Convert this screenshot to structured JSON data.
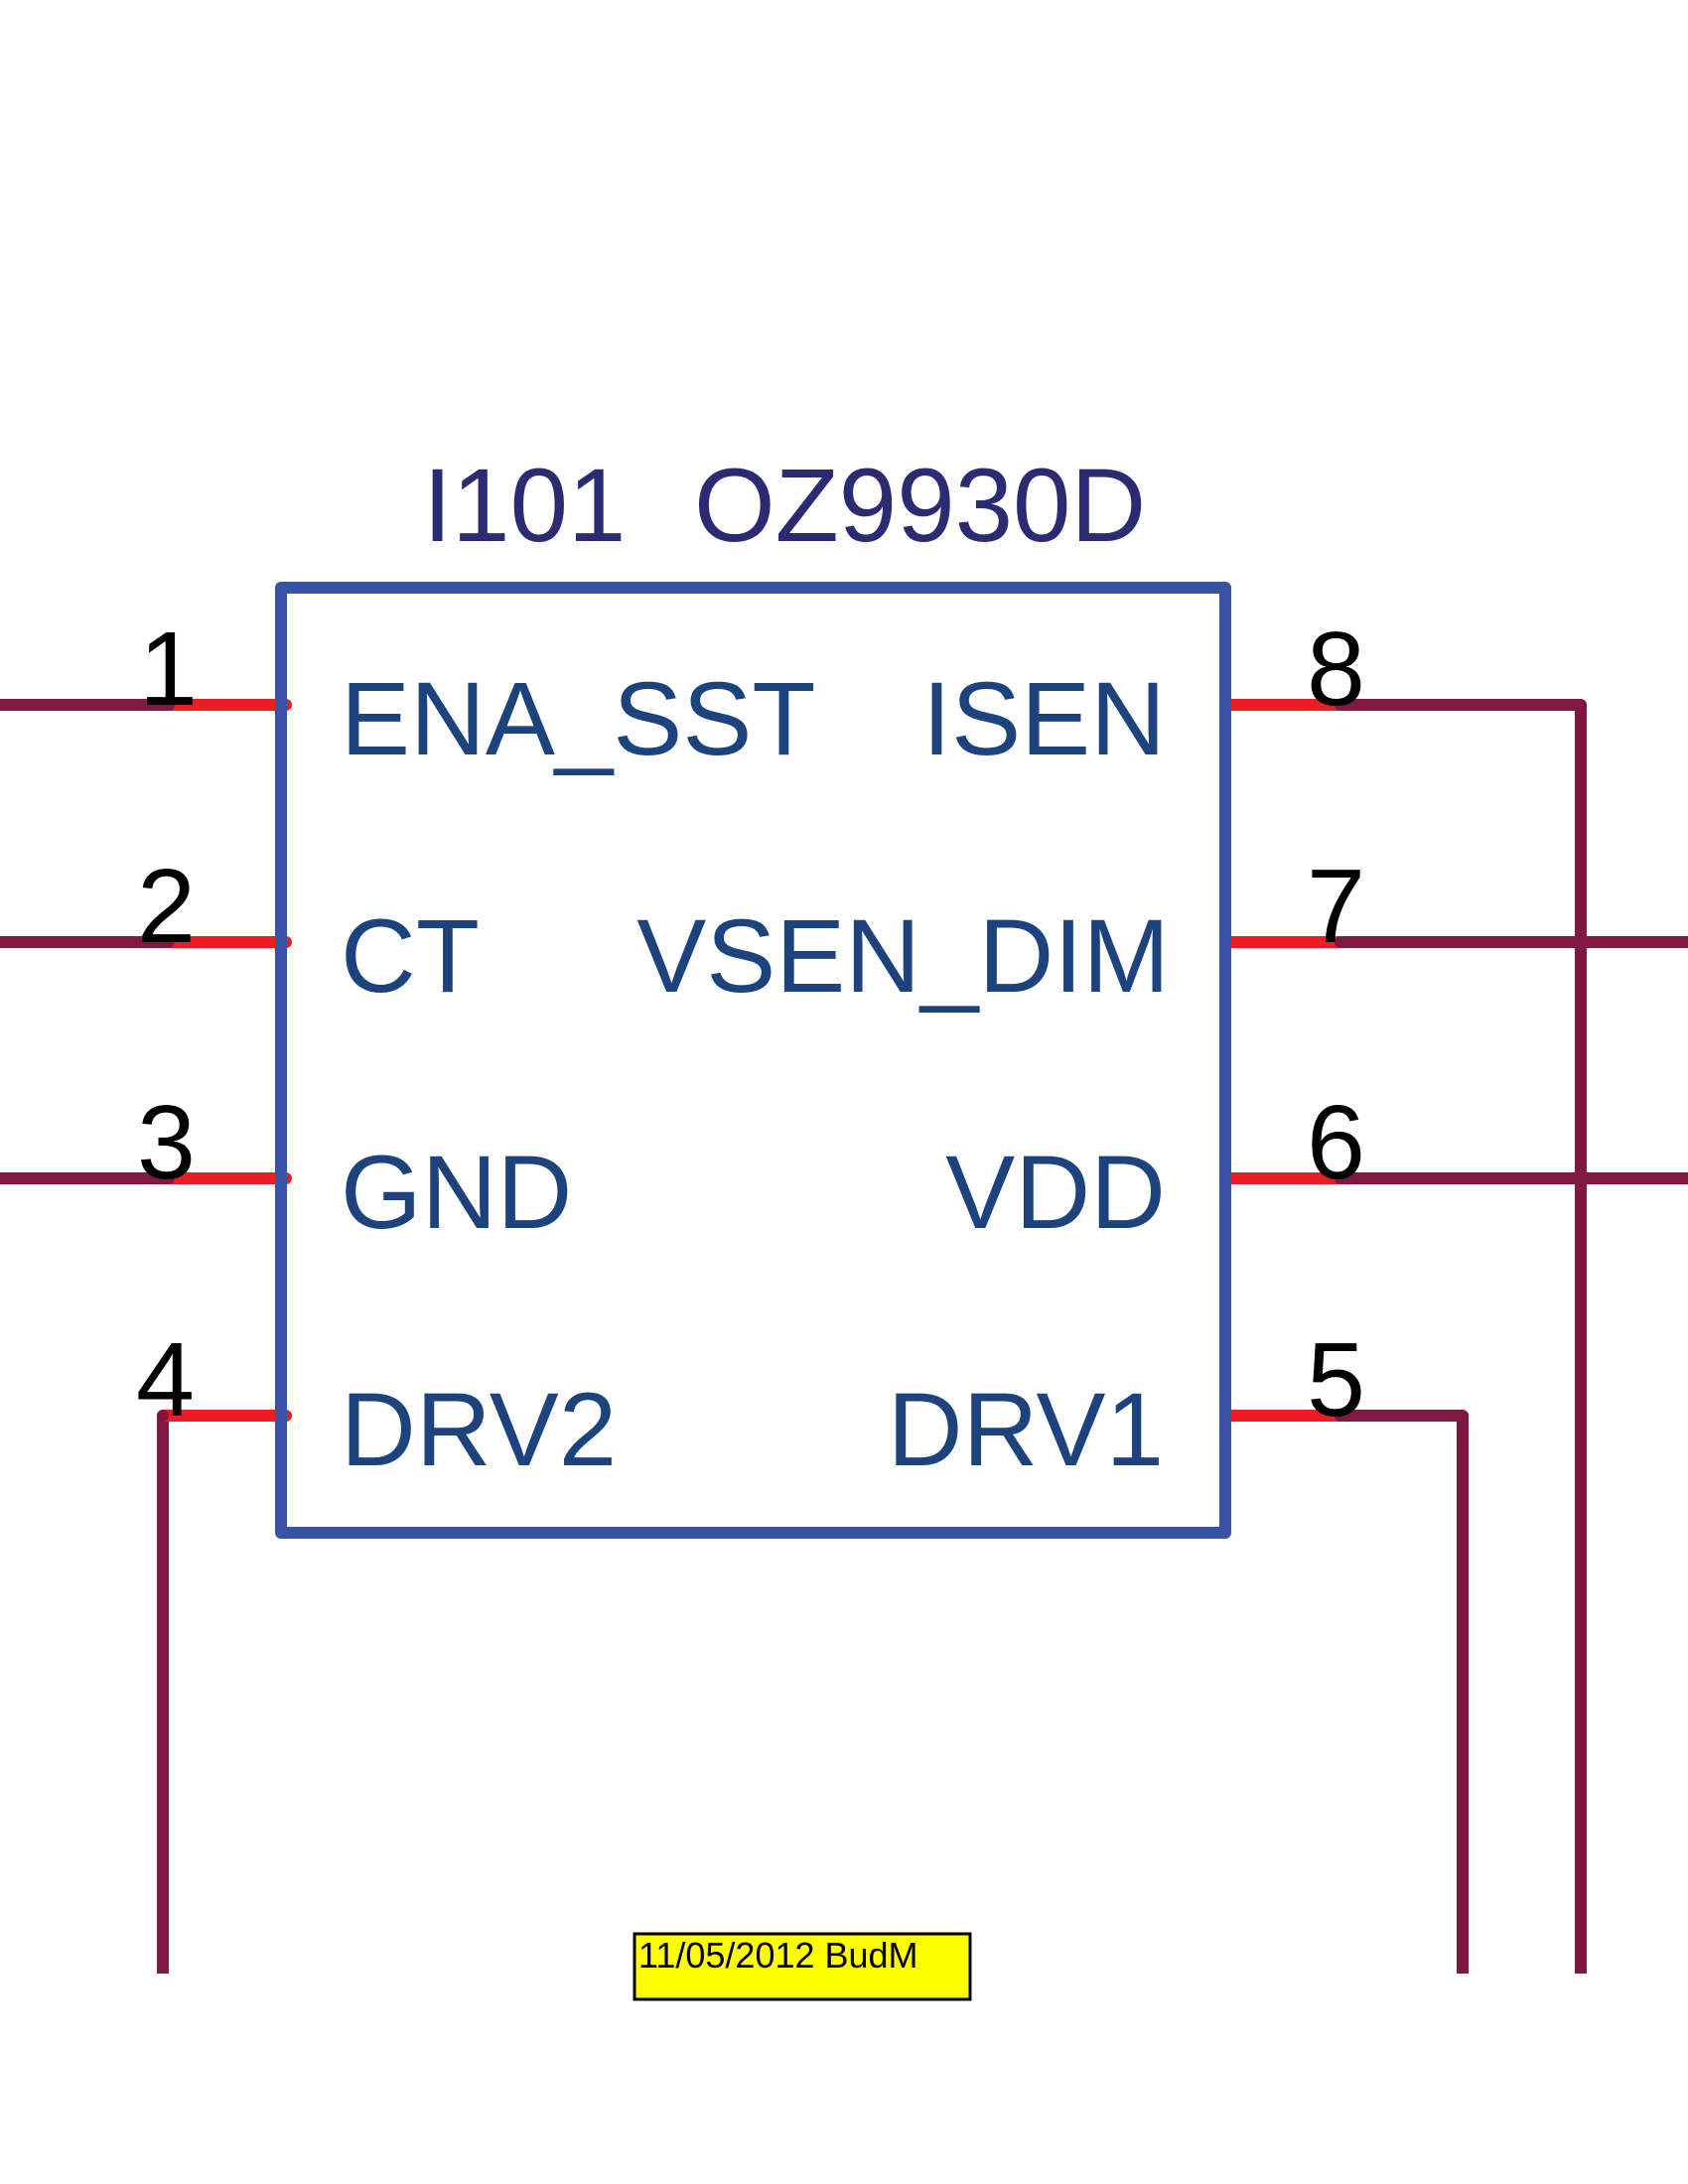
{
  "component": {
    "ref": "I101",
    "part": "OZ9930D"
  },
  "pins": [
    {
      "number": "1",
      "name": "ENA_SST",
      "side": "left"
    },
    {
      "number": "2",
      "name": "CT",
      "side": "left"
    },
    {
      "number": "3",
      "name": "GND",
      "side": "left"
    },
    {
      "number": "4",
      "name": "DRV2",
      "side": "left"
    },
    {
      "number": "5",
      "name": "DRV1",
      "side": "right"
    },
    {
      "number": "6",
      "name": "VDD",
      "side": "right"
    },
    {
      "number": "7",
      "name": "VSEN_DIM",
      "side": "right"
    },
    {
      "number": "8",
      "name": "ISEN",
      "side": "right"
    }
  ],
  "stamp": {
    "text": "11/05/2012 BudM"
  },
  "colors": {
    "body_outline": "#3953a4",
    "pin_stub": "#ed1c24",
    "wire": "#7f1942",
    "label_text": "#1d437e",
    "title_text": "#2a2b72",
    "stamp_fill": "#ffff00"
  }
}
